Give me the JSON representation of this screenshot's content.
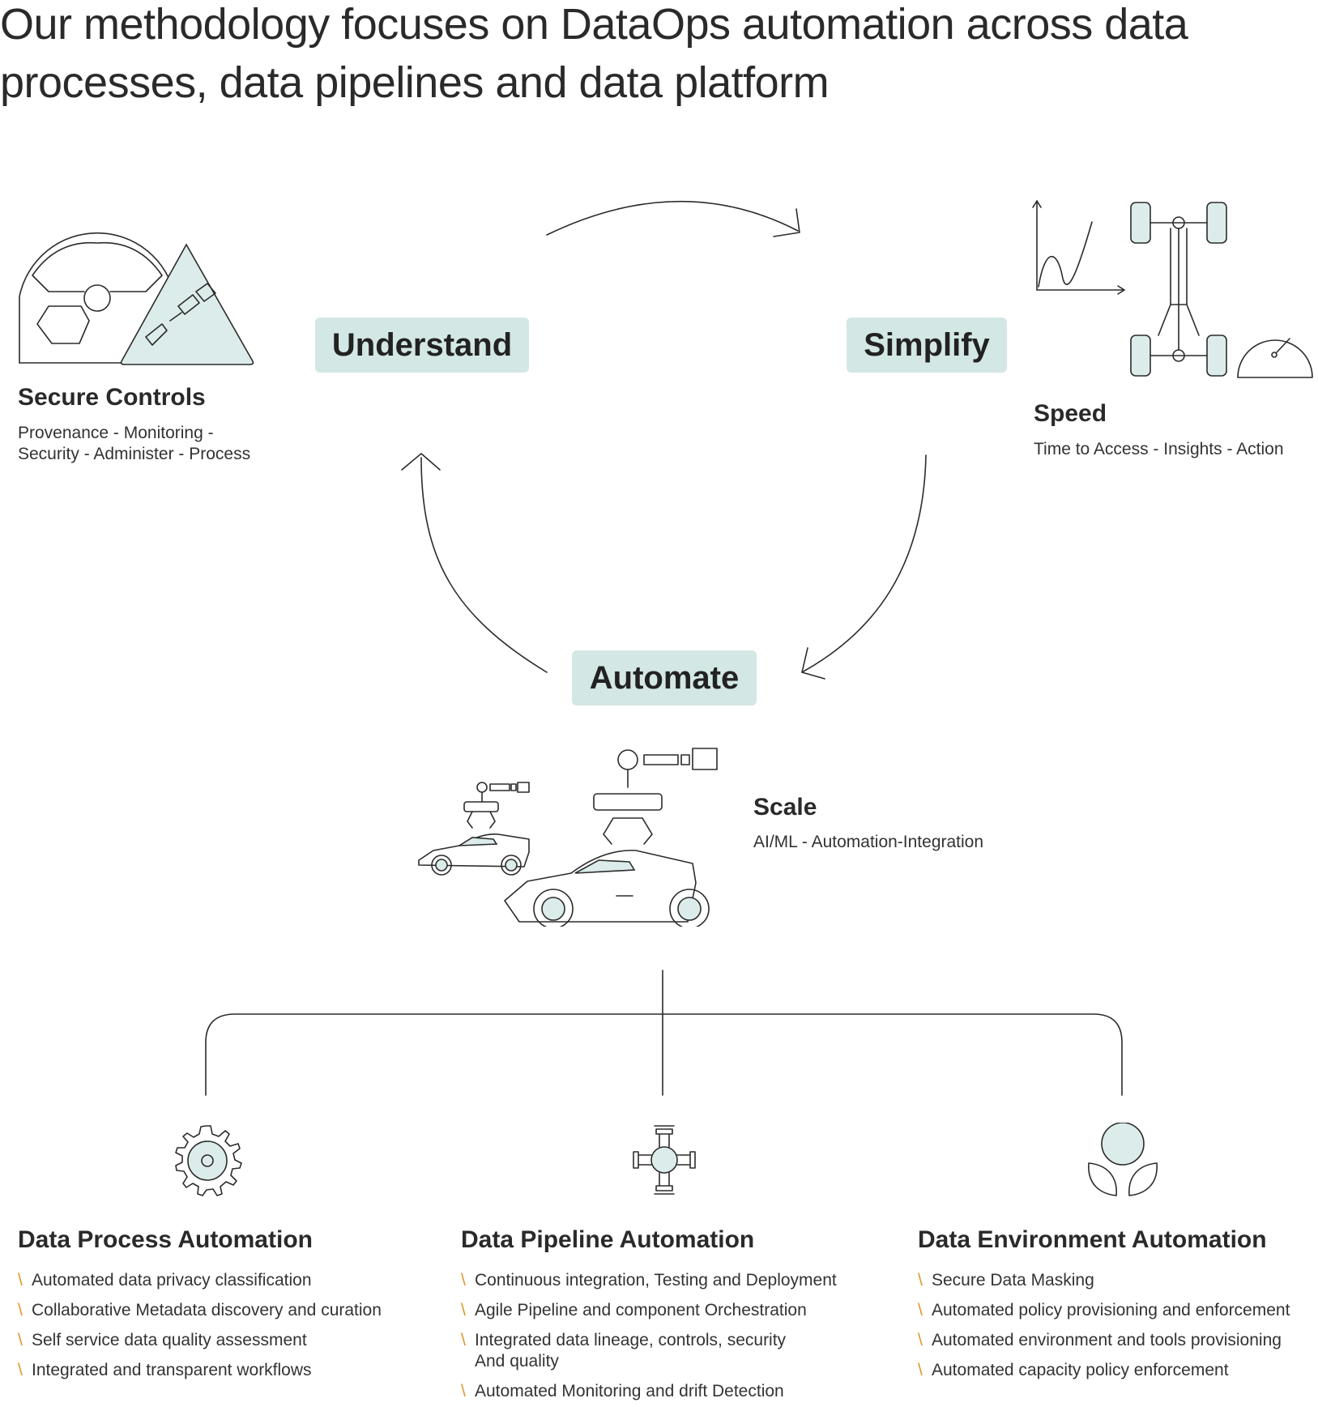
{
  "heading": "Our methodology focuses on DataOps automation across data processes, data pipelines and data platform",
  "cycle": {
    "understand": "Understand",
    "simplify": "Simplify",
    "automate": "Automate"
  },
  "secure_controls": {
    "title": "Secure Controls",
    "line1": "Provenance - Monitoring -",
    "line2": "Security - Administer - Process"
  },
  "speed": {
    "title": "Speed",
    "subtitle": "Time to Access - Insights - Action"
  },
  "scale": {
    "title": "Scale",
    "subtitle": "AI/ML - Automation-Integration"
  },
  "columns": [
    {
      "title": "Data Process Automation",
      "items": [
        "Automated data privacy classification",
        "Collaborative Metadata discovery and curation",
        "Self service data quality assessment",
        "Integrated and transparent workflows"
      ]
    },
    {
      "title": "Data Pipeline Automation",
      "items": [
        "Continuous integration, Testing and Deployment",
        "Agile Pipeline and component Orchestration",
        "Integrated data lineage, controls, security",
        "And quality",
        "Automated Monitoring and drift Detection"
      ]
    },
    {
      "title": "Data Environment Automation",
      "items": [
        "Secure Data Masking",
        "Automated policy provisioning  and enforcement",
        "Automated environment and tools provisioning",
        "Automated capacity policy enforcement"
      ]
    }
  ]
}
